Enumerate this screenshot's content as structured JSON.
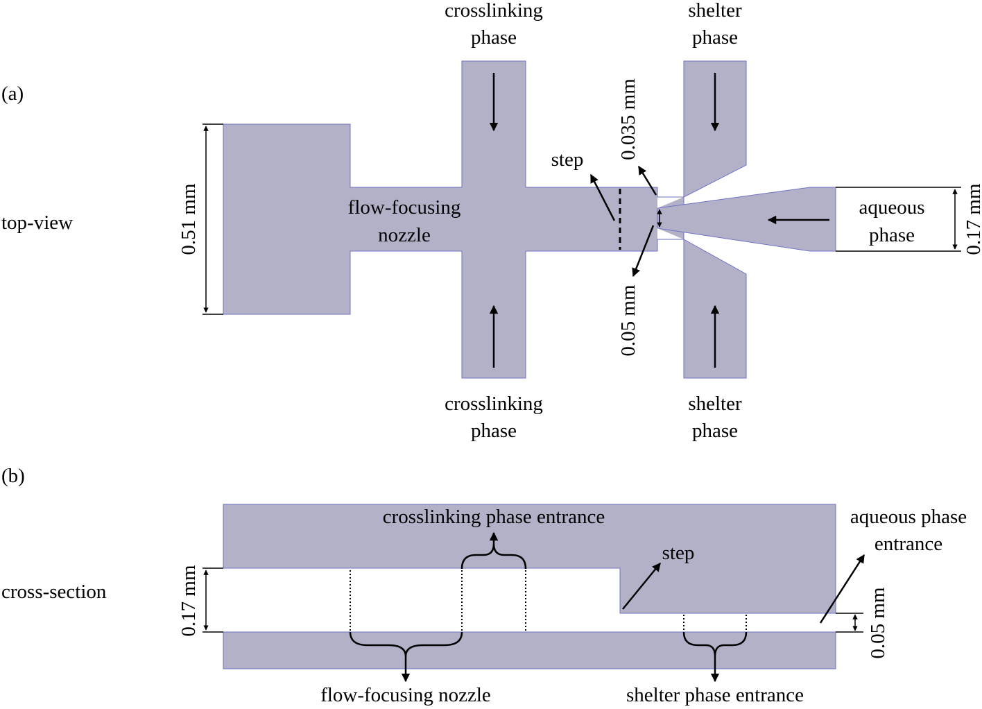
{
  "panels": {
    "a": "(a)",
    "b": "(b)"
  },
  "views": {
    "top": "top-view",
    "cross": "cross-section"
  },
  "top_view": {
    "crosslinking_top": [
      "crosslinking",
      "phase"
    ],
    "crosslinking_bottom": [
      "crosslinking",
      "phase"
    ],
    "shelter_top": [
      "shelter",
      "phase"
    ],
    "shelter_bottom": [
      "shelter",
      "phase"
    ],
    "nozzle": [
      "flow-focusing",
      "nozzle"
    ],
    "aqueous": [
      "aqueous",
      "phase"
    ],
    "step": "step",
    "dim_width": "0.51 mm",
    "dim_inlet": "0.17 mm",
    "dim_gap_top": "0.035 mm",
    "dim_gap_bottom": "0.05 mm"
  },
  "cross_section": {
    "crosslinking_entrance": "crosslinking phase entrance",
    "aqueous_entrance": [
      "aqueous phase",
      "entrance"
    ],
    "step": "step",
    "dim_height": "0.17 mm",
    "dim_step": "0.05 mm",
    "nozzle": "flow-focusing nozzle",
    "shelter_entrance": "shelter phase entrance"
  },
  "colors": {
    "channel_fill": "#b2b1c8",
    "channel_edge": "#6f72c4"
  }
}
